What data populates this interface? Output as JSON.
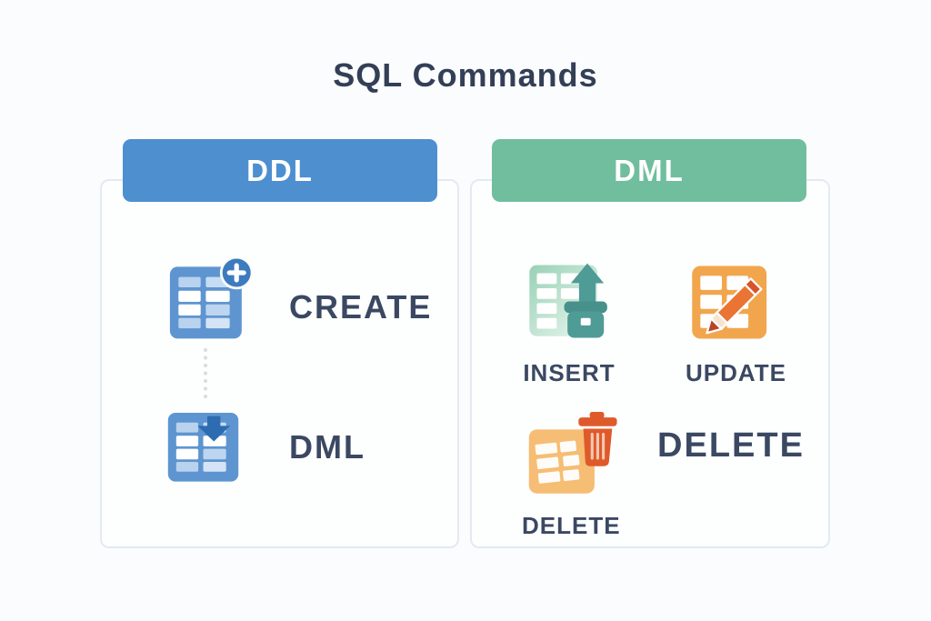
{
  "title": "SQL Commands",
  "colors": {
    "background": "#FBFCFD",
    "title_text": "#333F56",
    "label_text": "#3B4862",
    "panel_border": "#E2EAF2",
    "ddl_header": "#4E8FD0",
    "dml_header": "#71BE9E",
    "header_text": "#FFFFFF",
    "table_blue": "#5E95D0",
    "badge_blue": "#3D7BBE",
    "arrow_blue": "#2D6CB0",
    "teal": "#4F9B96",
    "mint": "#98D1B5",
    "orange": "#F1A64D",
    "light_orange": "#F6BD74",
    "pencil_orange": "#EA7434",
    "trash_red": "#DF5A2B",
    "connector_gray": "#D8DCE0"
  },
  "panels": [
    {
      "header": "DDL",
      "header_color": "#4E8FD0",
      "connector": "dotted-line",
      "items": [
        {
          "icon": "table-plus-icon",
          "label": "CREATE"
        },
        {
          "icon": "table-arrow-down-icon",
          "label": "DML"
        }
      ]
    },
    {
      "header": "DML",
      "header_color": "#71BE9E",
      "items": [
        {
          "icon": "table-insert-icon",
          "label": "INSERT"
        },
        {
          "icon": "table-pencil-icon",
          "label": "UPDATE"
        },
        {
          "icon": "table-trash-icon",
          "label": "DELETE"
        },
        {
          "icon": "none",
          "label": "DELETE"
        }
      ]
    }
  ]
}
